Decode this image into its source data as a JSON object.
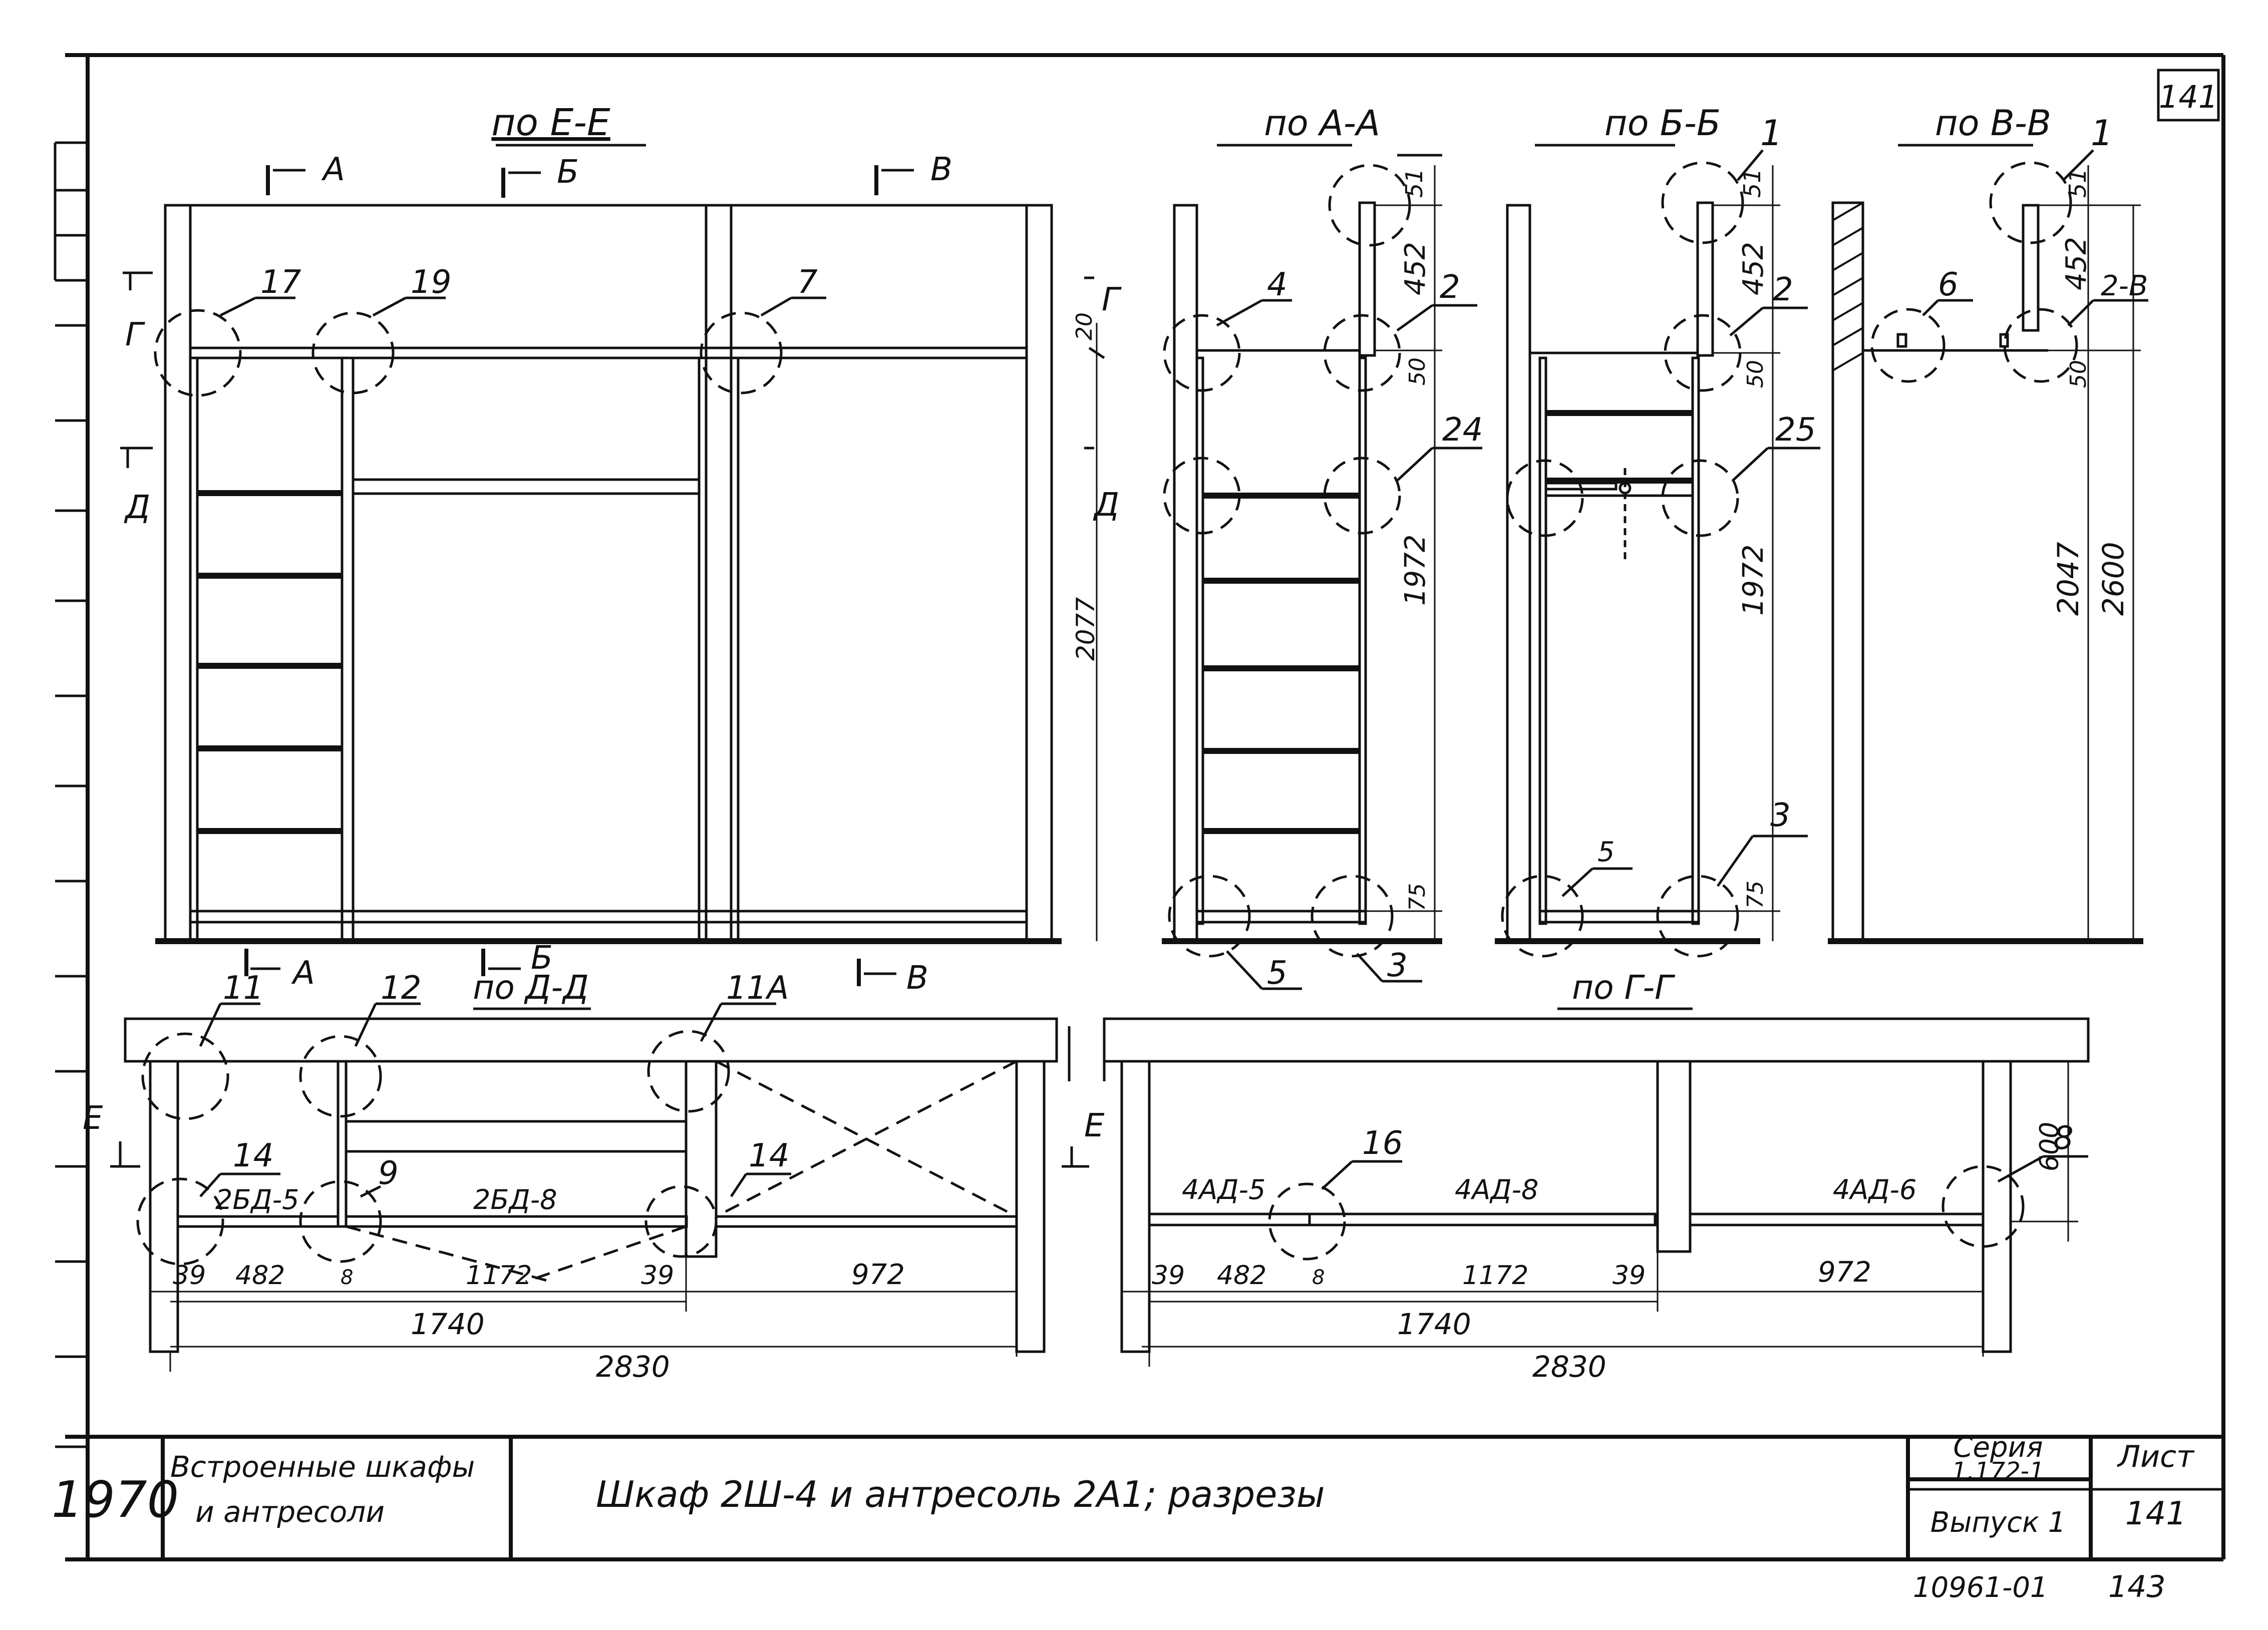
{
  "sheet": {
    "sheet_no_corner": "141",
    "year": "1970",
    "series_name_line1": "Встроенные шкафы",
    "series_name_line2": "и антресоли",
    "drawing_title": "Шкаф 2Ш-4 и антресоль 2А1; разрезы",
    "series_label": "Серия",
    "series_code": "1.172-1",
    "issue": "Выпуск 1",
    "sheet_label": "Лист",
    "sheet_no": "141",
    "archive_no": "10961-01",
    "page_no": "143"
  },
  "views": {
    "ee": {
      "title": "по Е-Е",
      "cut_a": "А",
      "cut_b": "Б",
      "cut_v": "В",
      "cut_g": "Г",
      "cut_d": "Д",
      "callouts": [
        "17",
        "19",
        "7"
      ],
      "dims": [
        "20",
        "2077"
      ]
    },
    "aa": {
      "title": "по А-А",
      "callouts": [
        "4",
        "2",
        "24",
        "5",
        "3"
      ],
      "dims": [
        "51",
        "452",
        "50",
        "1972",
        "75"
      ]
    },
    "bb": {
      "title": "по Б-Б",
      "callouts": [
        "1",
        "2",
        "25",
        "5",
        "3"
      ],
      "dims": [
        "51",
        "452",
        "50",
        "1972",
        "75"
      ]
    },
    "vv": {
      "title": "по В-В",
      "callouts": [
        "1",
        "6",
        "2-В"
      ],
      "dims": [
        "51",
        "452",
        "50",
        "2047",
        "2600"
      ]
    },
    "dd": {
      "title": "по Д-Д",
      "cut_e": "Е",
      "callouts": [
        "11",
        "12",
        "11А",
        "14",
        "9",
        "14"
      ],
      "panels": [
        "2БД-5",
        "2БД-8"
      ],
      "dims": [
        "39",
        "482",
        "8",
        "1172",
        "39",
        "972",
        "1740",
        "2830"
      ]
    },
    "gg": {
      "title": "по Г-Г",
      "cut_e": "Е",
      "callouts": [
        "16",
        "8"
      ],
      "panels": [
        "4АД-5",
        "4АД-8",
        "4АД-6"
      ],
      "dims": [
        "39",
        "482",
        "8",
        "1172",
        "39",
        "972",
        "1740",
        "2830",
        "600"
      ]
    }
  }
}
